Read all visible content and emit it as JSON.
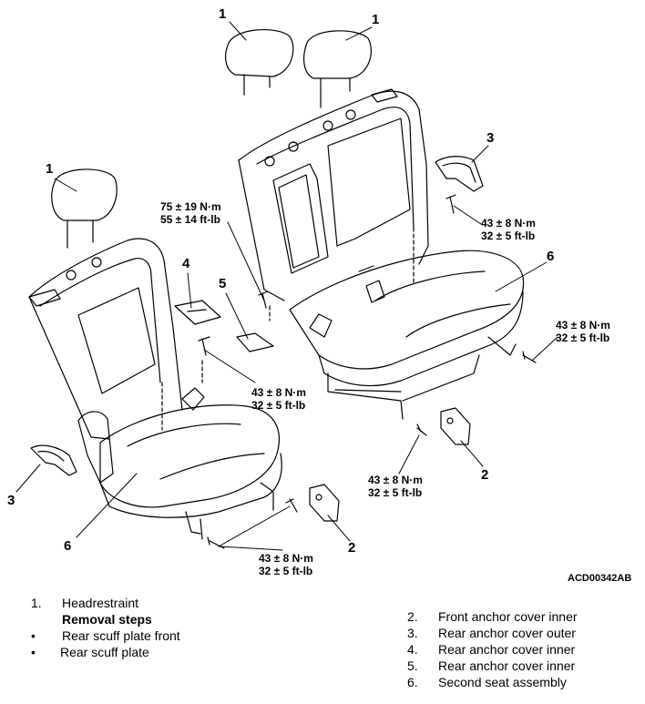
{
  "callouts": {
    "headrest_rear_left": "1",
    "headrest_rear_right": "1",
    "headrest_front": "1",
    "front_anchor_left": "2",
    "front_anchor_right": "2",
    "rear_anchor_outer_left": "3",
    "rear_anchor_outer_right": "3",
    "rear_anchor_inner_4": "4",
    "rear_anchor_inner_5": "5",
    "seat_left": "6",
    "seat_right": "6"
  },
  "torques": {
    "t75": {
      "nm": "75 ± 19 N·m",
      "ftlb": "55 ± 14 ft-lb"
    },
    "t_upper_right": {
      "nm": "43 ± 8 N·m",
      "ftlb": "32 ± 5 ft-lb"
    },
    "t_mid_right": {
      "nm": "43 ± 8 N·m",
      "ftlb": "32 ± 5 ft-lb"
    },
    "t_center": {
      "nm": "43 ± 8 N·m",
      "ftlb": "32 ± 5 ft-lb"
    },
    "t_lower_center": {
      "nm": "43 ± 8 N·m",
      "ftlb": "32 ± 5 ft-lb"
    },
    "t_bottom": {
      "nm": "43 ± 8 N·m",
      "ftlb": "32 ± 5 ft-lb"
    }
  },
  "figure_code": "ACD00342AB",
  "left_list": {
    "item1_num": "1.",
    "item1_label": "Headrestraint",
    "removal_steps": "Removal steps",
    "bullet": "•",
    "item_a": "Rear scuff plate front",
    "item_b": "Rear scuff plate"
  },
  "right_list": [
    {
      "num": "2.",
      "label": "Front anchor cover inner"
    },
    {
      "num": "3.",
      "label": "Rear anchor cover outer"
    },
    {
      "num": "4.",
      "label": "Rear anchor cover inner"
    },
    {
      "num": "5.",
      "label": "Rear anchor cover inner"
    },
    {
      "num": "6.",
      "label": "Second seat assembly"
    }
  ]
}
